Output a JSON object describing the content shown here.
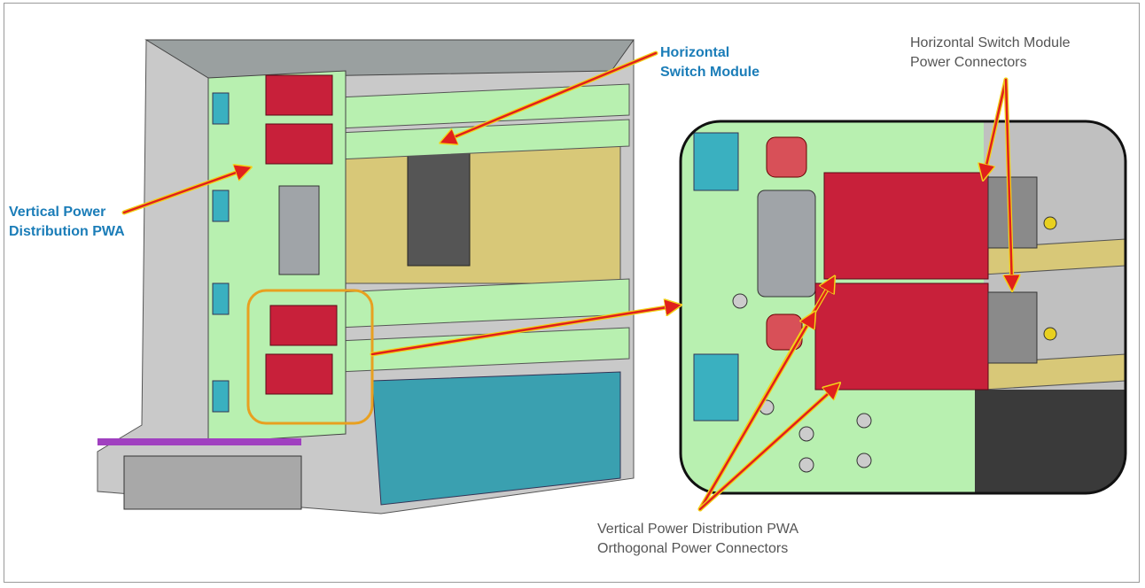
{
  "labels": {
    "horizontal_switch_module": [
      "Horizontal",
      "Switch Module"
    ],
    "hsm_power_connectors": [
      "Horizontal Switch Module",
      "Power Connectors"
    ],
    "vertical_power_pwa": [
      "Vertical Power",
      "Distribution PWA"
    ],
    "orthogonal_connectors": [
      "Vertical Power Distribution PWA",
      "Orthogonal Power Connectors"
    ]
  },
  "colors": {
    "label_blue": "#1b7db8",
    "arrow_red": "#e0201c",
    "arrow_outline": "#f2d21a",
    "board_green": "#b8f0b0",
    "connector_red": "#c8203a",
    "callout_outline": "#e8a020"
  }
}
